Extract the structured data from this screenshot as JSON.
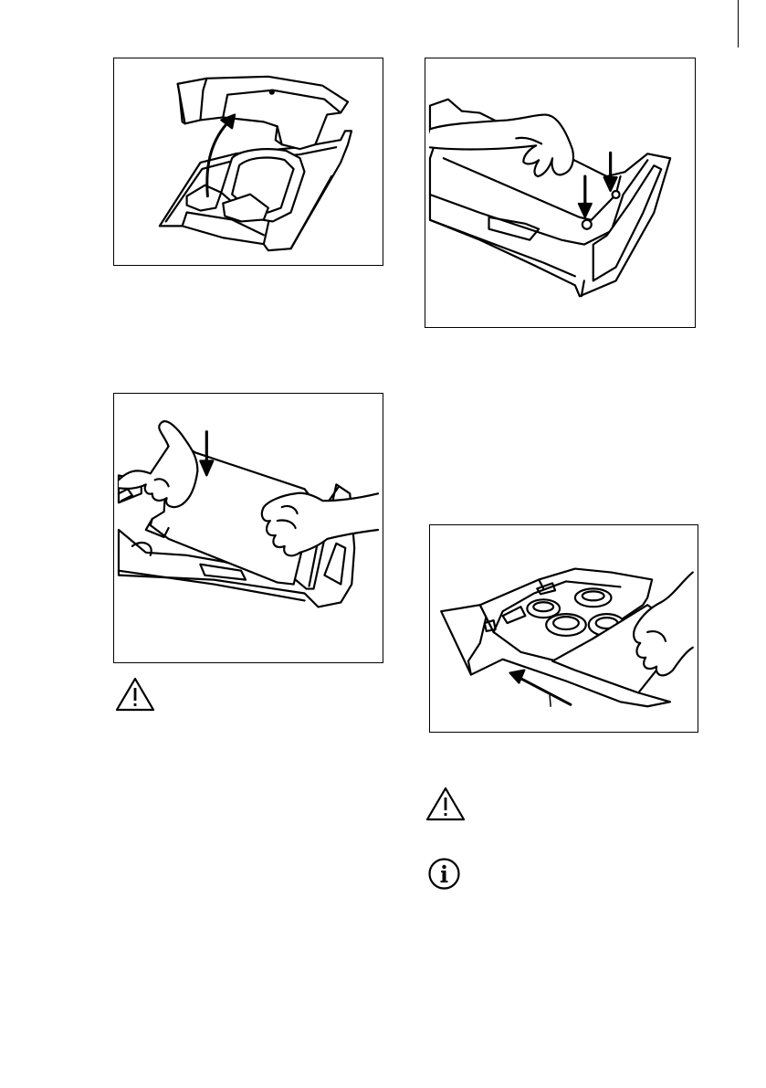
{
  "page": {
    "background": "#ffffff",
    "line_color": "#000000"
  },
  "illustrations": [
    {
      "id": "fig-lift-siphon-cover",
      "icon": "detergent-drawer-cover-lift-icon"
    },
    {
      "id": "fig-press-siphon-down",
      "icon": "detergent-drawer-press-siphon-icon"
    },
    {
      "id": "fig-hands-refit-cover",
      "icon": "detergent-drawer-refit-cover-icon"
    },
    {
      "id": "fig-insert-drawer",
      "icon": "detergent-drawer-insert-icon"
    }
  ],
  "symbols": [
    {
      "id": "warning-1",
      "icon": "warning-triangle-icon"
    },
    {
      "id": "warning-2",
      "icon": "warning-triangle-icon"
    },
    {
      "id": "info-1",
      "icon": "info-circle-icon"
    }
  ]
}
